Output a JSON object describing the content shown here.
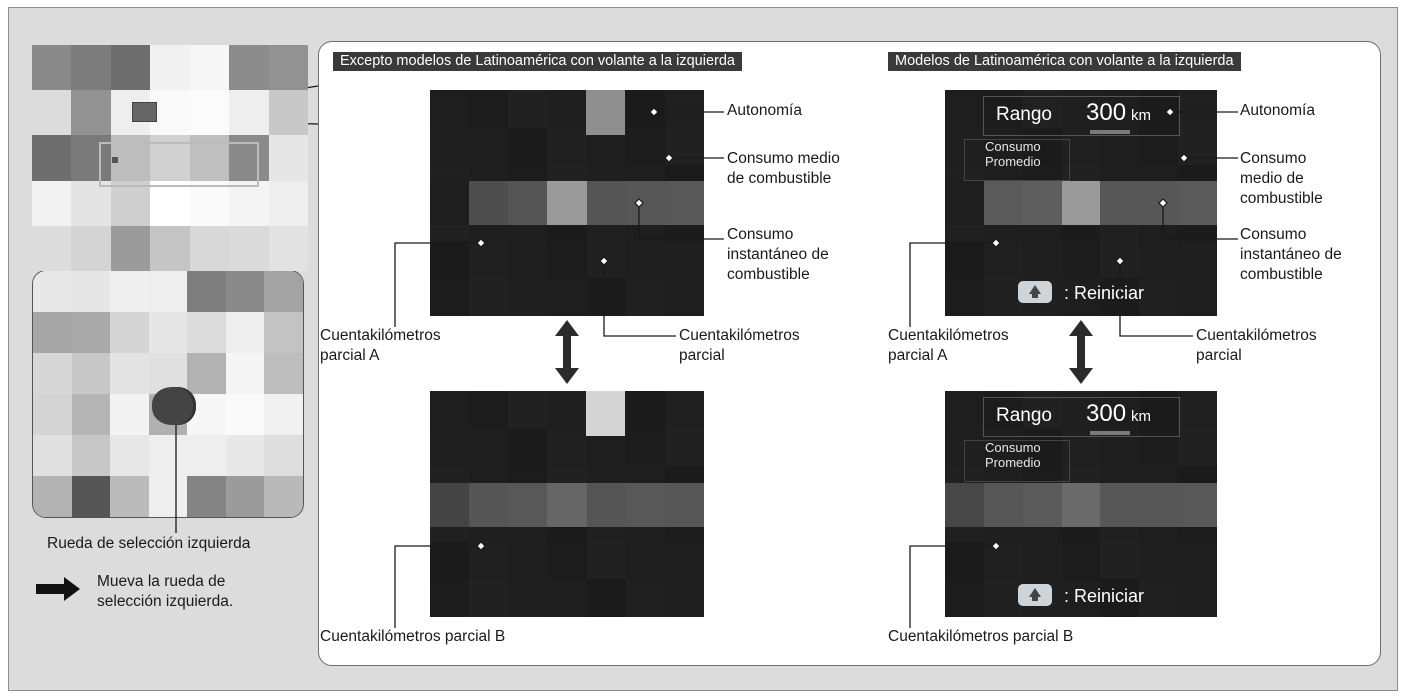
{
  "headers": {
    "left": "Excepto modelos de Latinoamérica con volante a la izquierda",
    "right": "Modelos de Latinoamérica con volante a la izquierda"
  },
  "left_labels": {
    "autonomia": "Autonomía",
    "consumo_medio": "Consumo medio\nde combustible",
    "consumo_inst": "Consumo\ninstantáneo de\ncombustible",
    "trip_a": "Cuentakilómetros\nparcial A",
    "trip": "Cuentakilómetros\nparcial",
    "trip_b": "Cuentakilómetros parcial B"
  },
  "right_labels": {
    "autonomia": "Autonomía",
    "consumo_medio": "Consumo\nmedio de\ncombustible",
    "consumo_inst": "Consumo\ninstantáneo de\ncombustible",
    "trip_a": "Cuentakilómetros\nparcial A",
    "trip": "Cuentakilómetros\nparcial",
    "trip_b": "Cuentakilómetros parcial B"
  },
  "screen_text": {
    "rango": "Rango",
    "rango_value": "300",
    "rango_unit": "km",
    "consumo_prom": "Consumo\nPromedio",
    "reset": ": Reiniciar"
  },
  "thumbnail": {
    "wheel_label": "Rueda de selección izquierda",
    "instruction": "Mueva la rueda de\nselección izquierda."
  },
  "icons": [
    "double-arrow-icon",
    "right-arrow-icon",
    "reset-button-icon"
  ],
  "colors": {
    "screen_bg": "#1e1e1e",
    "header_bg": "#3a3a3a",
    "page_bg": "#dcdcdc"
  }
}
